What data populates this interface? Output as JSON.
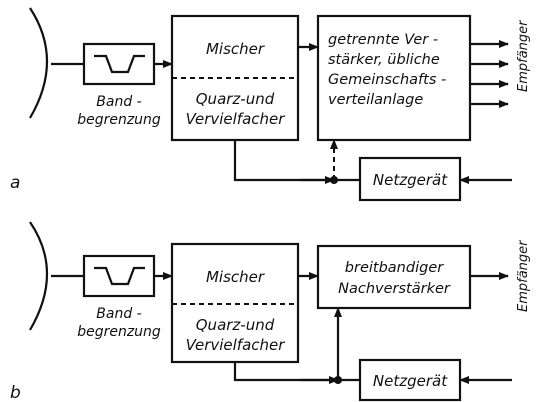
{
  "diagram_a": {
    "panel_label": "a",
    "filter_label": [
      "Band -",
      "begrenzung"
    ],
    "mixer_top": "Mischer",
    "mixer_bottom": [
      "Quarz-und",
      "Vervielfacher"
    ],
    "amplifier": [
      "getrennte Ver -",
      "stärker, übliche",
      "Gemeinschafts -",
      "verteilanlage"
    ],
    "power_supply": "Netzgerät",
    "receiver": "Empfänger"
  },
  "diagram_b": {
    "panel_label": "b",
    "filter_label": [
      "Band -",
      "begrenzung"
    ],
    "mixer_top": "Mischer",
    "mixer_bottom": [
      "Quarz-und",
      "Vervielfacher"
    ],
    "amplifier": [
      "breitbandiger",
      "Nachverstärker"
    ],
    "power_supply": "Netzgerät",
    "receiver": "Empfänger"
  }
}
